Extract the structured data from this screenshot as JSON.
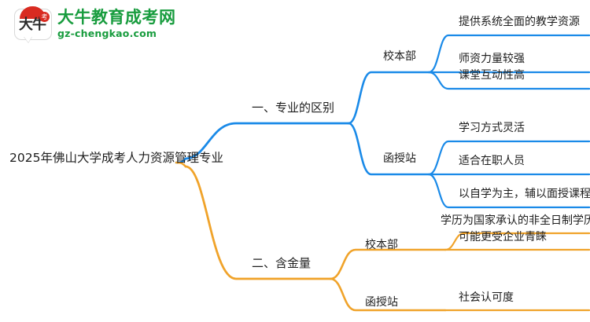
{
  "logo": {
    "mark_text": "大牛",
    "badge": "考",
    "title": "大牛教育成考网",
    "subtitle": "gz-chengkao.com",
    "brand_green": "#189c3e",
    "brand_red": "#d92b21"
  },
  "colors": {
    "branch_blue": "#1a8ae8",
    "branch_orange": "#f0a32a",
    "text": "#1d1d1d",
    "background": "#ffffff"
  },
  "mindmap": {
    "type": "mindmap",
    "root": "2025年佛山大学成考人力资源管理专业",
    "branches": [
      {
        "label": "一、专业的区别",
        "color": "#1a8ae8",
        "children": [
          {
            "label": "校本部",
            "leaves": [
              "提供系统全面的教学资源",
              "师资力量较强",
              "课堂互动性高"
            ]
          },
          {
            "label": "函授站",
            "leaves": [
              "学习方式灵活",
              "适合在职人员",
              "以自学为主，辅以面授课程"
            ]
          }
        ]
      },
      {
        "label": "二、含金量",
        "color": "#f0a32a",
        "children": [
          {
            "label": "校本部",
            "leaves": [
              "学历为国家承认的非全日制学历",
              "可能更受企业青睐"
            ]
          },
          {
            "label": "函授站",
            "leaves": [
              "社会认可度"
            ]
          }
        ]
      }
    ]
  }
}
